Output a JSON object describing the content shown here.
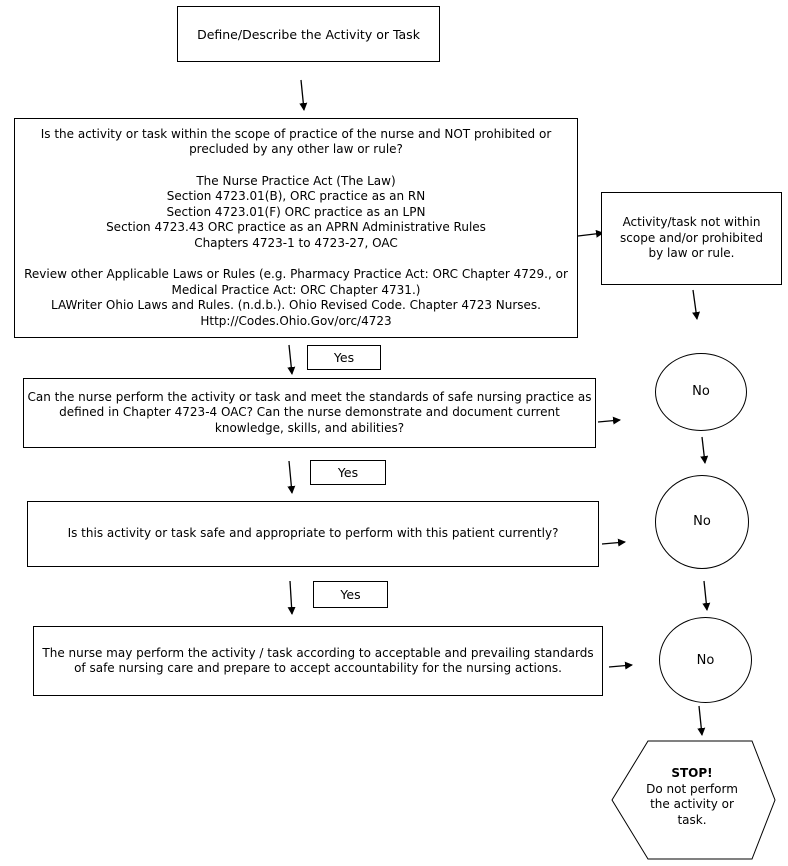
{
  "step1": {
    "text": "Define/Describe the Activity or Task"
  },
  "step2": {
    "question": [
      "Is the activity or task within the scope of practice of the nurse and NOT prohibited or",
      "precluded by any other law or rule?"
    ],
    "law": [
      "The Nurse Practice Act (The Law)",
      "Section 4723.01(B), ORC practice as an RN",
      "Section 4723.01(F) ORC practice as an LPN",
      "Section 4723.43 ORC practice as an APRN Administrative Rules",
      "Chapters 4723-1 to 4723-27, OAC"
    ],
    "review": [
      "Review other Applicable Laws or Rules (e.g. Pharmacy Practice Act: ORC Chapter 4729., or",
      "Medical Practice Act: ORC Chapter 4731.)",
      "LAWriter Ohio Laws and Rules. (n.d.b.). Ohio Revised Code. Chapter 4723 Nurses.",
      "Http://Codes.Ohio.Gov/orc/4723"
    ]
  },
  "not_within": [
    "Activity/task not within",
    "scope and/or prohibited",
    "by law or rule."
  ],
  "step3": [
    "Can the nurse perform the activity or task and meet the standards of safe nursing practice as",
    "defined in Chapter 4723-4 OAC? Can the nurse demonstrate and document current",
    "knowledge, skills, and abilities?"
  ],
  "step4": [
    "Is this activity or task safe and appropriate to perform with this patient currently?"
  ],
  "step5": [
    "The nurse may perform the activity / task according to acceptable and prevailing standards",
    "of safe nursing care and prepare to accept accountability for the nursing actions."
  ],
  "yes_labels": [
    "Yes",
    "Yes",
    "Yes"
  ],
  "no_labels": [
    "No",
    "No",
    "No"
  ],
  "stop": {
    "title": "STOP!",
    "lines": [
      "Do not perform",
      "the activity or",
      "task."
    ]
  }
}
